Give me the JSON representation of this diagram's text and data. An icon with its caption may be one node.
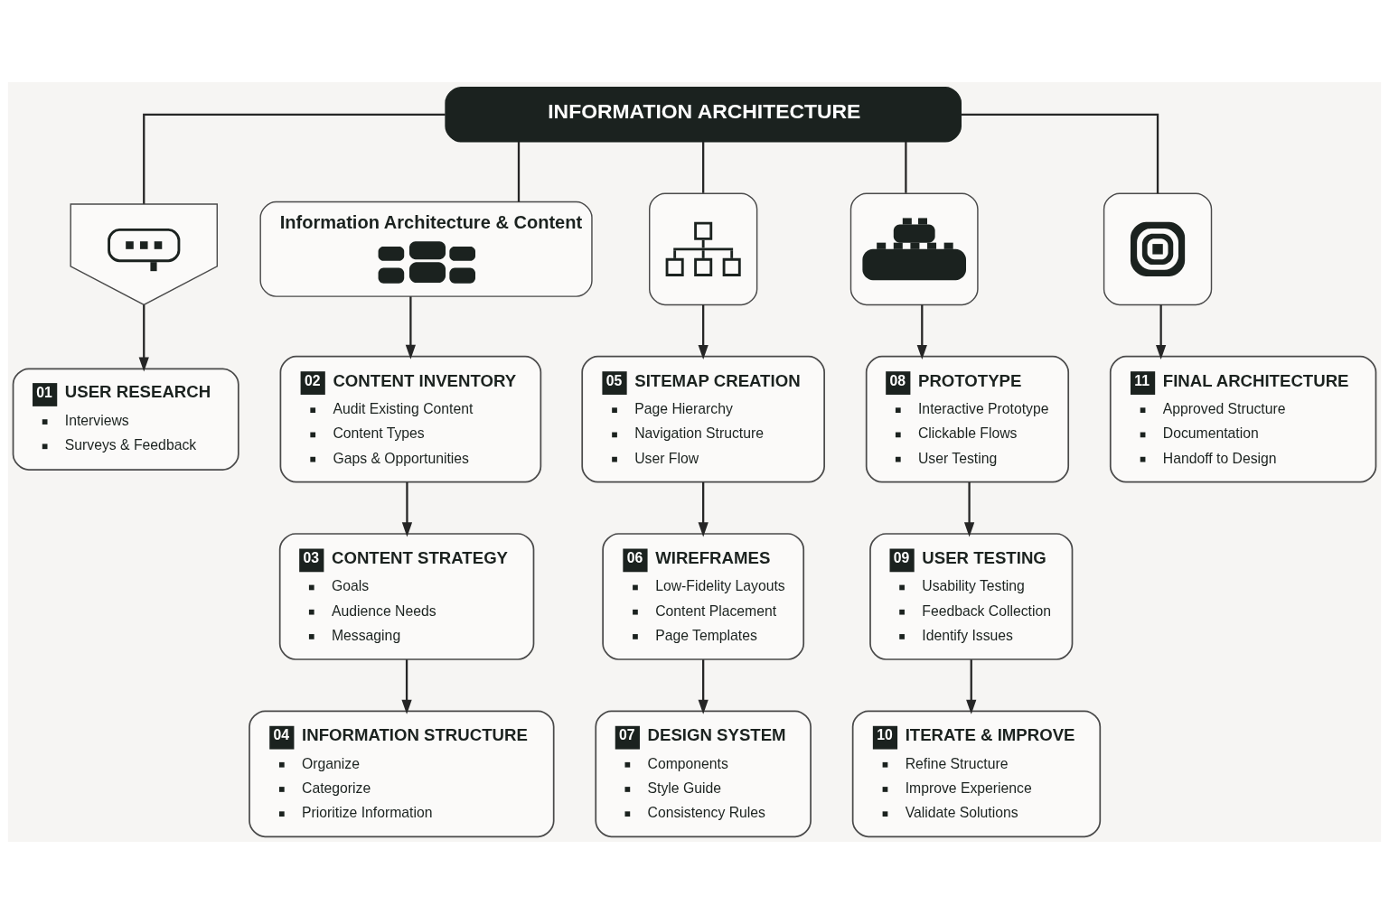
{
  "diagram": {
    "nodes": [
      {
        "text": [
          "INFORMATION ARCHITECTURE"
        ]
      },
      {
        "text": [],
        "shape": "picture"
      },
      {
        "text": [
          "Information Architecture & Content"
        ]
      },
      {
        "text": [],
        "shape": "picture"
      },
      {
        "text": [],
        "shape": "picture"
      },
      {
        "text": [],
        "shape": "picture"
      },
      {
        "text": [
          "01",
          "USER RESEARCH",
          "Interviews",
          "Surveys & Feedback"
        ]
      },
      {
        "text": [
          "02",
          "CONTENT INVENTORY",
          "Audit Existing Content",
          "Content Types",
          "Gaps & Opportunities"
        ]
      },
      {
        "text": [
          "03",
          "CONTENT STRATEGY",
          "Goals",
          "Audience Needs",
          "Messaging"
        ]
      },
      {
        "text": [
          "04",
          "INFORMATION STRUCTURE",
          "Organize",
          "Categorize",
          "Prioritize Information"
        ]
      },
      {
        "text": [
          "05",
          "SITEMAP CREATION",
          "Page Hierarchy",
          "Navigation Structure",
          "User Flow"
        ]
      },
      {
        "text": [
          "06",
          "WIREFRAMES",
          "Low-Fidelity Layouts",
          "Content Placement",
          "Page Templates"
        ]
      },
      {
        "text": [
          "07",
          "DESIGN SYSTEM",
          "Components",
          "Style Guide",
          "Consistency Rules"
        ]
      },
      {
        "text": [
          "08",
          "PROTOTYPE",
          "Interactive Prototype",
          "Clickable Flows",
          "User Testing"
        ]
      },
      {
        "text": [
          "09",
          "USER TESTING",
          "Usability Testing",
          "Feedback Collection",
          "Identify Issues"
        ]
      },
      {
        "text": [
          "10",
          "ITERATE & IMPROVE",
          "Refine Structure",
          "Improve Experience",
          "Validate Solutions"
        ]
      },
      {
        "text": [
          "11",
          "FINAL ARCHITECTURE",
          "Approved Structure",
          "Documentation",
          "Handoff to Design"
        ]
      }
    ],
    "edges": [
      {
        "from": 0,
        "to": 1,
        "arrow": "none"
      },
      {
        "from": 0,
        "to": 2,
        "arrow": "none"
      },
      {
        "from": 0,
        "to": 3,
        "arrow": "none"
      },
      {
        "from": 0,
        "to": 4,
        "arrow": "none"
      },
      {
        "from": 0,
        "to": 5,
        "arrow": "none"
      },
      {
        "from": 1,
        "to": 6,
        "arrow": "to"
      },
      {
        "from": 2,
        "to": 7,
        "arrow": "to"
      },
      {
        "from": 7,
        "to": 8,
        "arrow": "to"
      },
      {
        "from": 8,
        "to": 9,
        "arrow": "to"
      },
      {
        "from": 3,
        "to": 10,
        "arrow": "to"
      },
      {
        "from": 10,
        "to": 11,
        "arrow": "to"
      },
      {
        "from": 11,
        "to": 12,
        "arrow": "to"
      },
      {
        "from": 4,
        "to": 13,
        "arrow": "to"
      },
      {
        "from": 13,
        "to": 14,
        "arrow": "to"
      },
      {
        "from": 14,
        "to": 15,
        "arrow": "to"
      },
      {
        "from": 5,
        "to": 16,
        "arrow": "to"
      }
    ]
  }
}
